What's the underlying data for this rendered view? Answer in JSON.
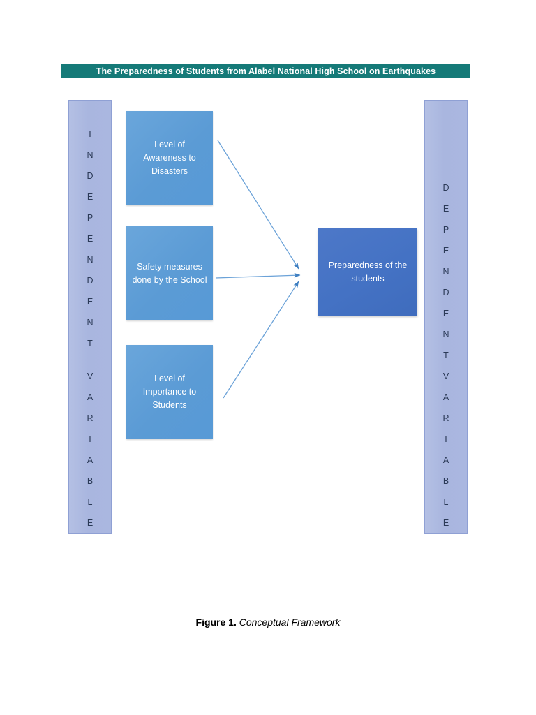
{
  "figure": {
    "title": "The Preparedness of Students from Alabel National High School on Earthquakes",
    "caption_label": "Figure 1.",
    "caption_description": "Conceptual Framework"
  },
  "colors": {
    "title_banner_bg": "#157A78",
    "title_banner_text": "#FFFFFF",
    "variable_bar_bg": "#AAB7E0",
    "variable_bar_border": "#8FA0D4",
    "variable_bar_text": "#2B3A57",
    "independent_box_bg": "#5B9BD5",
    "dependent_box_bg": "#4472C4",
    "box_text": "#FFFFFF",
    "arrow": "#5B9BD5",
    "page_bg": "#FFFFFF"
  },
  "left_bar": {
    "name": "independent-variable-bar",
    "text": "INDEPENDENT VARIABLE",
    "letters": [
      "I",
      "N",
      "D",
      "E",
      "P",
      "E",
      "N",
      "D",
      "E",
      "N",
      "T",
      "",
      "V",
      "A",
      "R",
      "I",
      "A",
      "B",
      "L",
      "E"
    ]
  },
  "right_bar": {
    "name": "dependent-variable-bar",
    "text": "DEPENDENT VARIABLE",
    "letters": [
      "D",
      "E",
      "P",
      "E",
      "N",
      "D",
      "E",
      "N",
      "T",
      "",
      "V",
      "A",
      "R",
      "I",
      "A",
      "B",
      "L",
      "E"
    ]
  },
  "independent_boxes": [
    {
      "id": "awareness",
      "label": "Level of Awareness to Disasters"
    },
    {
      "id": "safety",
      "label": "Safety measures done by the School"
    },
    {
      "id": "importance",
      "label": "Level of Importance to Students"
    }
  ],
  "dependent_box": {
    "id": "preparedness",
    "label": "Preparedness of the students"
  },
  "arrows": [
    {
      "from": "awareness",
      "to": "preparedness"
    },
    {
      "from": "safety",
      "to": "preparedness"
    },
    {
      "from": "importance",
      "to": "preparedness"
    }
  ]
}
